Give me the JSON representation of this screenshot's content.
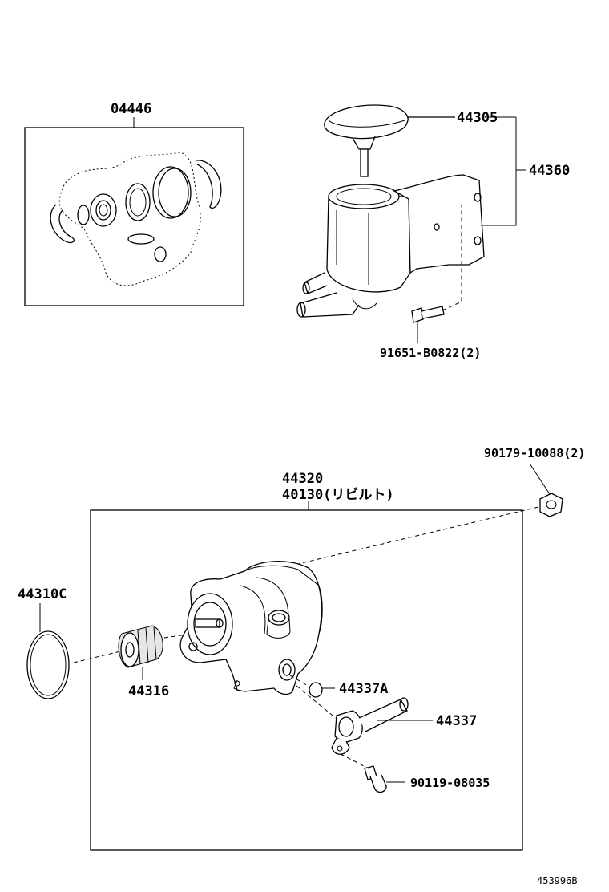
{
  "diagram": {
    "kit": {
      "part_number": "04446"
    },
    "cap": {
      "part_number": "44305"
    },
    "reservoir_assembly": {
      "part_number": "44360"
    },
    "reservoir_bolt": {
      "part_number": "91651-B0822(2)"
    },
    "pump_nut": {
      "part_number": "90179-10088(2)"
    },
    "pump": {
      "part_number": "44320",
      "rebuilt_number": "40130(リビルト)"
    },
    "oring_large": {
      "part_number": "44310C"
    },
    "pulley": {
      "part_number": "44316"
    },
    "oring_small": {
      "part_number": "44337A"
    },
    "union": {
      "part_number": "44337"
    },
    "union_bolt": {
      "part_number": "90119-08035"
    },
    "illustration_id": "453996B"
  }
}
